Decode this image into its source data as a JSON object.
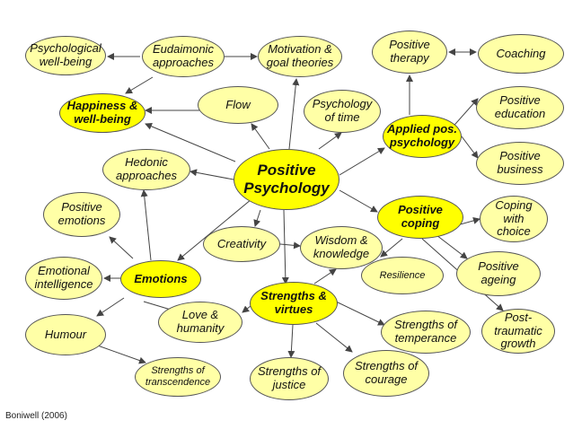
{
  "nodes": {
    "psych_wellbeing": "Psychological\nwell-being",
    "eudaimonic": "Eudaimonic\napproaches",
    "motivation": "Motivation &\ngoal theories",
    "positive_therapy": "Positive\ntherapy",
    "coaching": "Coaching",
    "happiness": "Happiness &\nwell-being",
    "flow": "Flow",
    "psych_time": "Psychology\nof time",
    "applied": "Applied pos.\npsychology",
    "positive_education": "Positive\neducation",
    "hedonic": "Hedonic\napproaches",
    "positive_psychology": "Positive\nPsychology",
    "positive_business": "Positive\nbusiness",
    "positive_emotions": "Positive\nemotions",
    "creativity": "Creativity",
    "wisdom": "Wisdom &\nknowledge",
    "positive_coping": "Positive\ncoping",
    "coping_choice": "Coping\nwith\nchoice",
    "emotional_intel": "Emotional\nintelligence",
    "emotions": "Emotions",
    "resilience": "Resilience",
    "positive_ageing": "Positive\nageing",
    "strengths_virtues": "Strengths &\nvirtues",
    "love": "Love &\nhumanity",
    "humour": "Humour",
    "temperance": "Strengths of\ntemperance",
    "ptg": "Post-\ntraumatic\ngrowth",
    "transcendence": "Strengths of\ntranscendence",
    "justice": "Strengths of\njustice",
    "courage": "Strengths of\ncourage"
  },
  "credit": "Boniwell (2006)",
  "colors": {
    "light_fill": "#ffffa6",
    "bright_fill": "#ffff00",
    "outline": "#555555",
    "arrow": "#444444"
  }
}
